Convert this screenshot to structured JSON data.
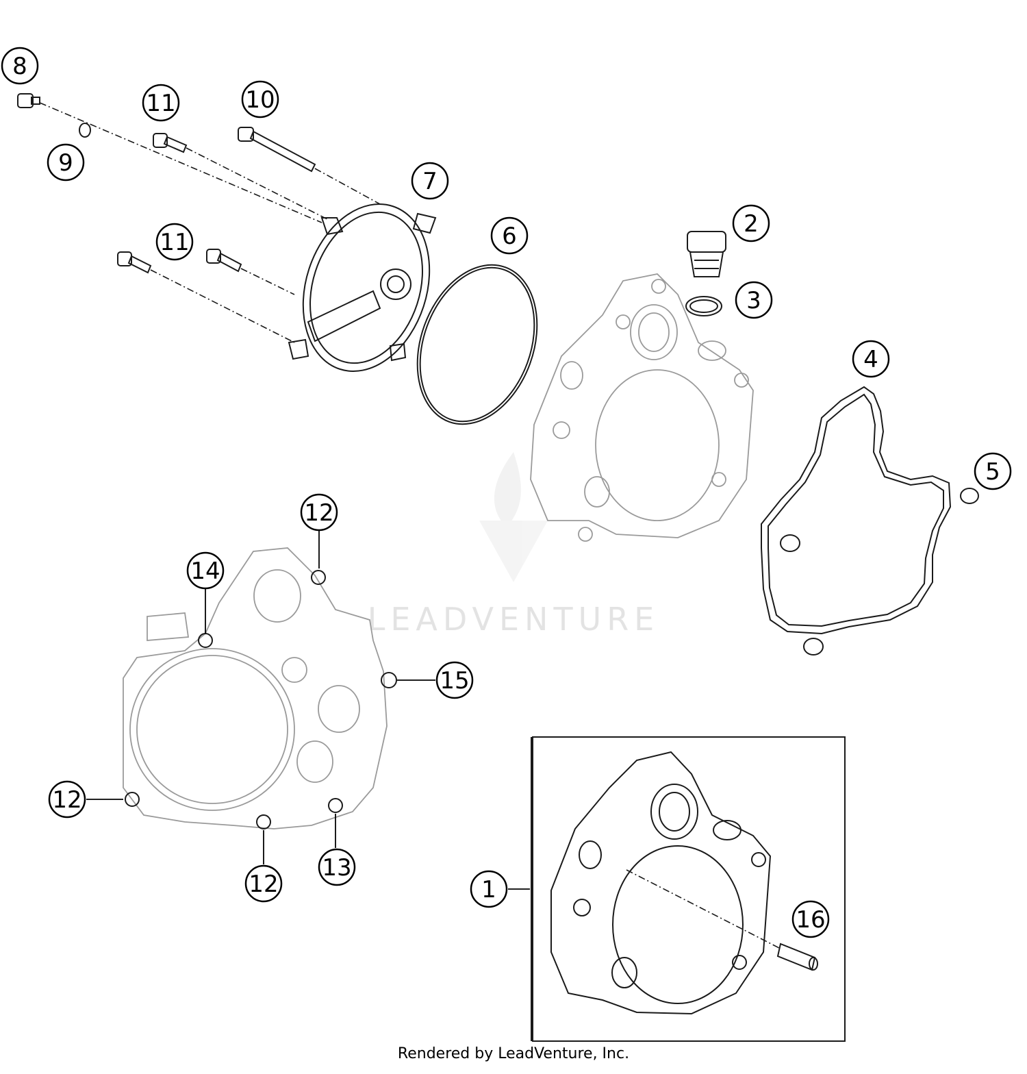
{
  "diagram": {
    "callouts": [
      "8",
      "11",
      "10",
      "9",
      "7",
      "11",
      "6",
      "2",
      "3",
      "4",
      "5",
      "12",
      "14",
      "15",
      "12",
      "12",
      "13",
      "1",
      "16"
    ],
    "watermark": "LEADVENTURE",
    "footer": "Rendered by LeadVenture, Inc."
  },
  "colors": {
    "line": "#1a1a1a",
    "light": "#9a9a9a",
    "watermark": "#e3e3e3"
  }
}
